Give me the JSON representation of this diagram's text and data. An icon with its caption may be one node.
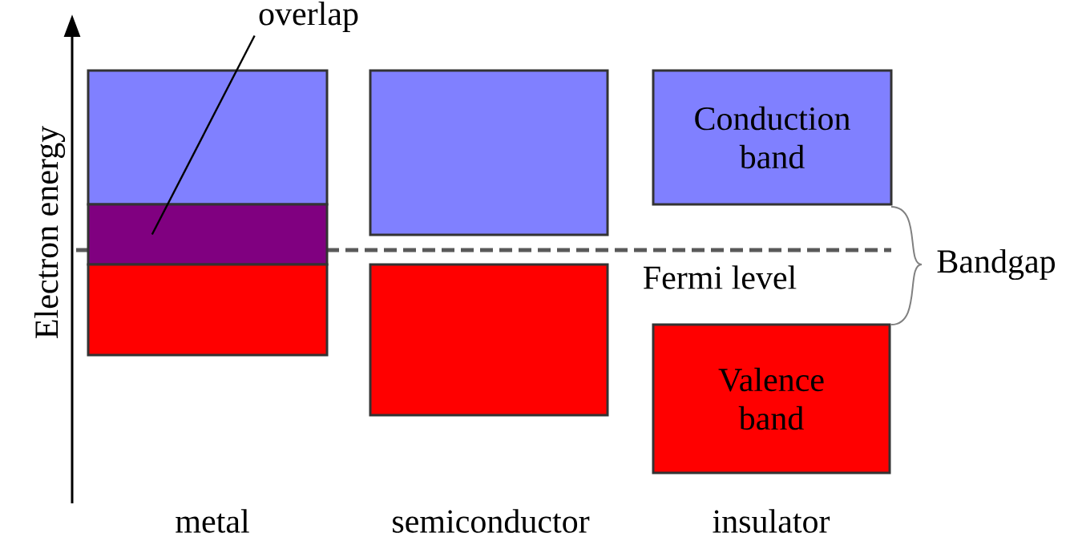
{
  "diagram": {
    "nodes": [
      {
        "text": [
          "overlap"
        ]
      },
      {
        "text": [],
        "shape": "box"
      },
      {
        "text": [],
        "shape": "box"
      },
      {
        "text": [],
        "shape": "box"
      },
      {
        "text": [],
        "shape": "box"
      },
      {
        "text": [],
        "shape": "box"
      },
      {
        "text": [
          "Conduction band"
        ]
      },
      {
        "text": [
          "Valence band"
        ]
      }
    ],
    "edges": [
      {
        "from": 0,
        "to": 2,
        "arrow": "none"
      }
    ],
    "labels": [
      "Electron energy",
      "Fermi level",
      "Bandgap",
      "metal",
      "semiconductor",
      "insulator"
    ]
  }
}
